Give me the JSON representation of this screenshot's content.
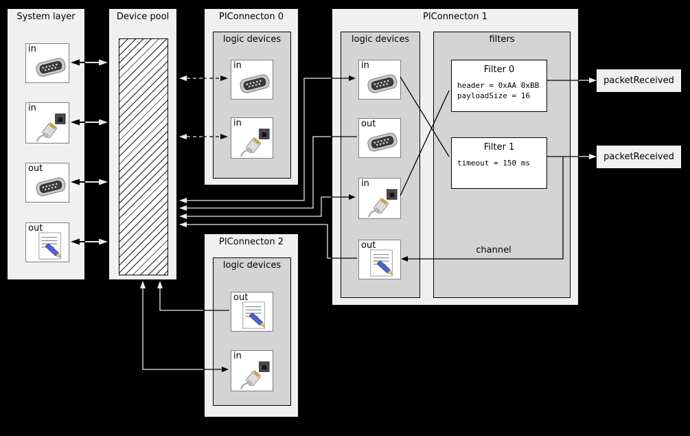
{
  "colors": {
    "background": "#000000",
    "panel_fill": "#f0f0f0",
    "inner_fill": "#d4d4d4",
    "wire_light": "#ebebeb",
    "wire_dark": "#000000"
  },
  "system_layer": {
    "title": "System layer",
    "devices": [
      {
        "label": "in",
        "icon": "serial-port-icon"
      },
      {
        "label": "in",
        "icon": "ethernet-icon"
      },
      {
        "label": "out",
        "icon": "serial-port-icon"
      },
      {
        "label": "out",
        "icon": "script-icon"
      }
    ]
  },
  "device_pool": {
    "title": "Device pool"
  },
  "piconnecton_0": {
    "title": "PIConnecton 0",
    "group_label": "logic devices",
    "devices": [
      {
        "label": "in",
        "icon": "serial-port-icon"
      },
      {
        "label": "in",
        "icon": "ethernet-icon"
      }
    ]
  },
  "piconnecton_2": {
    "title": "PIConnecton 2",
    "group_label": "logic devices",
    "devices": [
      {
        "label": "out",
        "icon": "script-icon"
      },
      {
        "label": "in",
        "icon": "ethernet-icon"
      }
    ]
  },
  "piconnecton_1": {
    "title": "PIConnecton 1",
    "logic_group_label": "logic devices",
    "filters_group_label": "filters",
    "devices": [
      {
        "label": "in",
        "icon": "serial-port-icon"
      },
      {
        "label": "out",
        "icon": "serial-port-icon"
      },
      {
        "label": "in",
        "icon": "ethernet-icon"
      },
      {
        "label": "out",
        "icon": "script-icon"
      }
    ],
    "filters": [
      {
        "title": "Filter 0",
        "params": [
          "header = 0xAA 0xBB",
          "payloadSize = 16"
        ]
      },
      {
        "title": "Filter 1",
        "params": [
          "timeout = 150 ms"
        ]
      }
    ],
    "channel_label": "channel"
  },
  "events": [
    {
      "label": "packetReceived"
    },
    {
      "label": "packetReceived"
    }
  ],
  "connections": [
    {
      "from": "system-layer-devices",
      "to": "device-pool",
      "style": "double-arrow"
    },
    {
      "from": "device-pool",
      "to": "piconnecton-0-devices",
      "style": "dashed-arrow"
    },
    {
      "from": "device-pool",
      "to": "piconnecton-1-in-devices",
      "style": "arrow"
    },
    {
      "from": "piconnecton-1-out-devices",
      "to": "device-pool",
      "style": "arrow"
    },
    {
      "from": "piconnecton-2-devices",
      "to": "device-pool",
      "style": "arrow"
    },
    {
      "from": "piconnecton-1-in-devices",
      "to": "filters",
      "style": "line"
    },
    {
      "from": "Filter 0",
      "to": "packetReceived",
      "style": "arrow"
    },
    {
      "from": "Filter 1",
      "to": "packetReceived",
      "style": "arrow"
    },
    {
      "from": "Filter 1",
      "to": "piconnecton-1-out-script-device",
      "style": "channel-arrow"
    }
  ]
}
